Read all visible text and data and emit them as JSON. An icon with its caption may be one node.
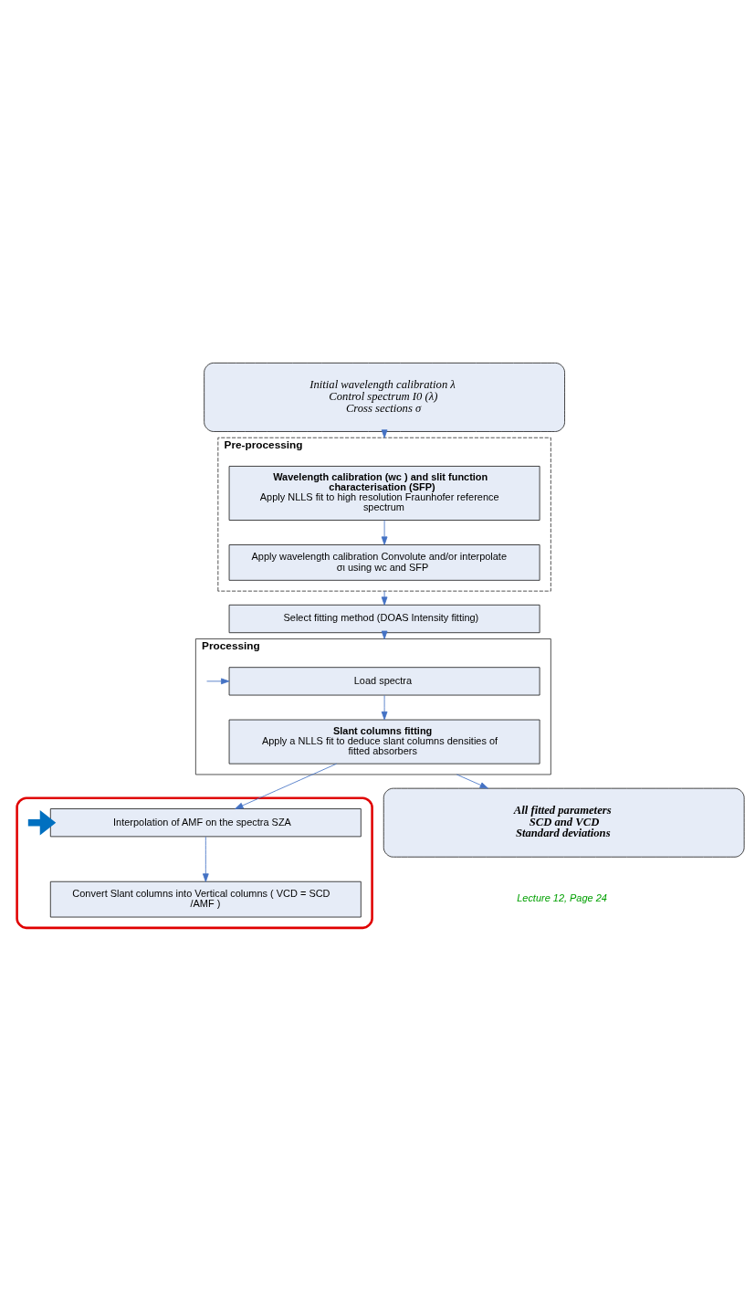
{
  "diagram": {
    "nodes": [
      {
        "text": [
          "Initial wavelength calibration λ",
          "Control spectrum I0 (λ)",
          "Cross sections σ"
        ]
      },
      {
        "text": [
          "Pre-processing"
        ]
      },
      {
        "text": [
          "Wavelength calibration (wc ) and slit function characterisation (SFP)",
          "Apply NLLS fit to high resolution Fraunhofer reference spectrum"
        ],
        "in": 1
      },
      {
        "text": [
          "Apply wavelength calibration Convolute and/or interpolate σι using wc and SFP"
        ],
        "in": 1
      },
      {
        "text": [
          "Select fitting method (DOAS Intensity fitting)"
        ]
      },
      {
        "text": [
          "Processing"
        ]
      },
      {
        "text": [
          "Load spectra"
        ],
        "in": 5
      },
      {
        "text": [
          "Slant columns fitting",
          "Apply a NLLS fit to deduce slant columns densities of fitted absorbers"
        ],
        "in": 5
      },
      {
        "text": [],
        "shape": "box"
      },
      {
        "text": [
          "Interpolation of AMF on the spectra SZA"
        ],
        "in": 8
      },
      {
        "text": [
          "Convert Slant columns into Vertical columns ( VCD = SCD /AMF )"
        ],
        "in": 8
      },
      {
        "text": [
          "All fitted parameters",
          "SCD and VCD",
          "Standard deviations"
        ]
      }
    ],
    "edges": [
      {
        "from": 0,
        "to": 1,
        "arrow": "to"
      },
      {
        "from": 2,
        "to": 3,
        "arrow": "to"
      },
      {
        "from": 1,
        "to": 4,
        "arrow": "to"
      },
      {
        "from": 4,
        "to": 5,
        "arrow": "to"
      },
      {
        "from": null,
        "to": 6,
        "arrow": "to"
      },
      {
        "from": 6,
        "to": 7,
        "arrow": "to"
      },
      {
        "from": 7,
        "to": 9,
        "arrow": "to"
      },
      {
        "from": 9,
        "to": 10,
        "arrow": "to"
      },
      {
        "from": null,
        "to": 9,
        "arrow": "to",
        "style": "thick",
        "color": "#0070c0"
      },
      {
        "from": 5,
        "to": 11,
        "arrow": "to"
      }
    ],
    "labels": [
      "Lecture 12, Page 24"
    ]
  }
}
